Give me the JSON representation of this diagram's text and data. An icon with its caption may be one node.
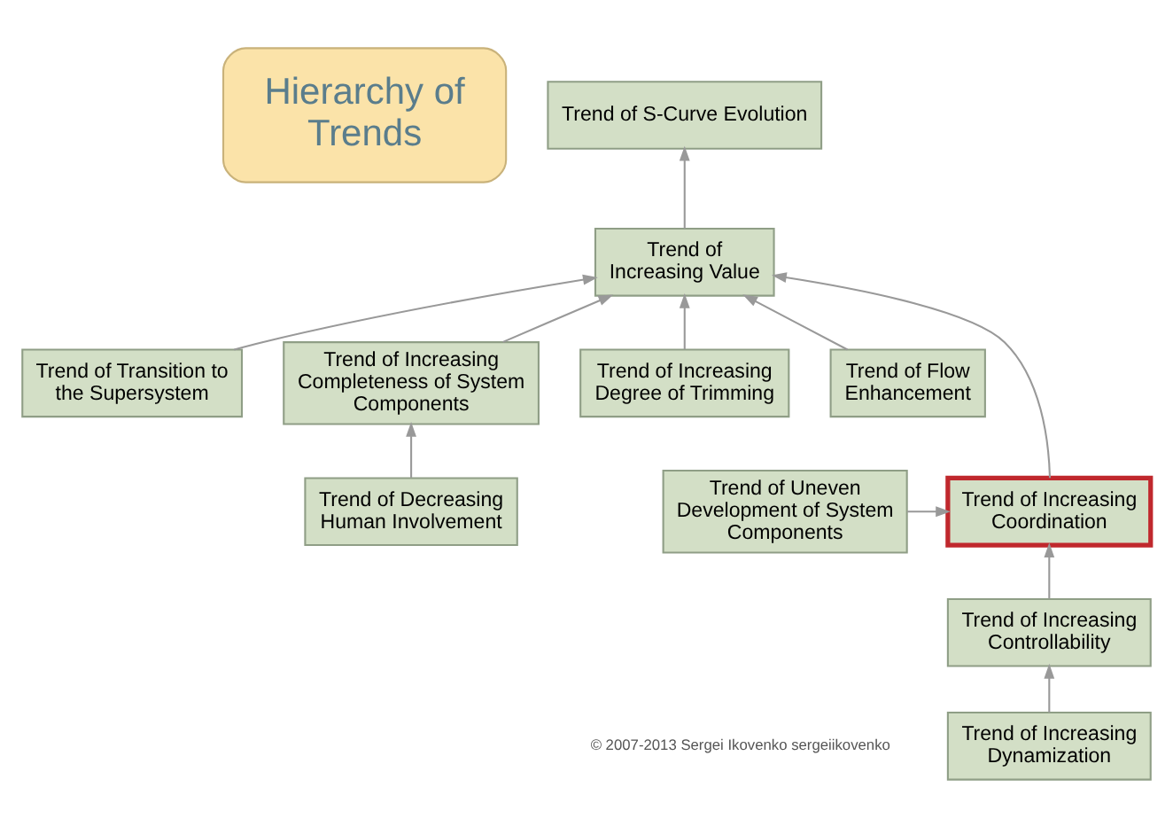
{
  "diagram": {
    "nodes": [
      {
        "text": [
          "Hierarchy of Trends"
        ]
      },
      {
        "text": [
          "Trend of S-Curve Evolution"
        ]
      },
      {
        "text": [
          "Trend of Increasing Value"
        ]
      },
      {
        "text": [
          "Trend of Transition to the Supersystem"
        ]
      },
      {
        "text": [
          "Trend of Increasing Completeness of System Components"
        ]
      },
      {
        "text": [
          "Trend of Increasing Degree of Trimming"
        ]
      },
      {
        "text": [
          "Trend of Flow Enhancement"
        ]
      },
      {
        "text": [
          "Trend of Decreasing Human Involvement"
        ]
      },
      {
        "text": [
          "Trend of Increasing Coordination"
        ]
      },
      {
        "text": [
          "Trend of Uneven Development of System Components"
        ]
      },
      {
        "text": [
          "Trend of Increasing Controllability"
        ]
      },
      {
        "text": [
          "Trend of Increasing Dynamization"
        ]
      }
    ],
    "edges": [
      {
        "from": 2,
        "to": 1,
        "arrow": "to"
      },
      {
        "from": 3,
        "to": 2,
        "arrow": "to"
      },
      {
        "from": 4,
        "to": 2,
        "arrow": "to"
      },
      {
        "from": 5,
        "to": 2,
        "arrow": "to"
      },
      {
        "from": 6,
        "to": 2,
        "arrow": "to"
      },
      {
        "from": 8,
        "to": 2,
        "arrow": "to"
      },
      {
        "from": 7,
        "to": 4,
        "arrow": "to"
      },
      {
        "from": 9,
        "to": 8,
        "arrow": "to"
      },
      {
        "from": 10,
        "to": 8,
        "arrow": "to"
      },
      {
        "from": 11,
        "to": 10,
        "arrow": "to"
      }
    ],
    "labels": [
      "© 2007-2013 Sergei Ikovenko sergeiikovenko"
    ]
  }
}
